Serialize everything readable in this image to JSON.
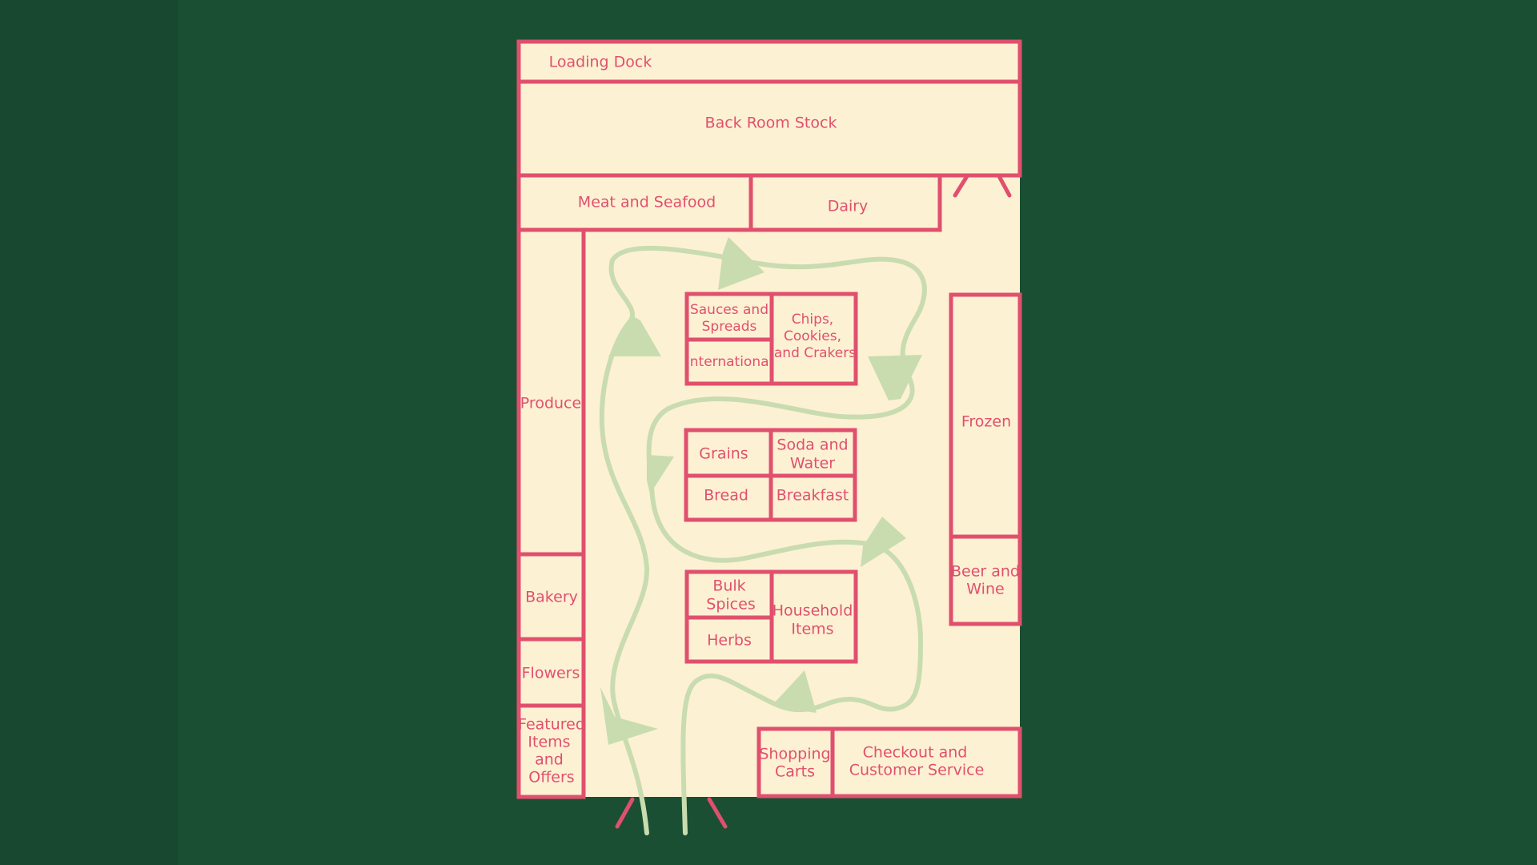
{
  "diagram": {
    "zones": {
      "loading_dock": "Loading Dock",
      "back_room_stock": "Back Room Stock",
      "meat_and_seafood": "Meat and Seafood",
      "dairy": "Dairy",
      "produce": "Produce",
      "bakery": "Bakery",
      "flowers": "Flowers",
      "featured": [
        "Featured",
        "Items",
        "and",
        "Offers"
      ],
      "sauces_and_spreads": [
        "Sauces and",
        "Spreads"
      ],
      "international": "International",
      "chips": [
        "Chips,",
        "Cookies,",
        "and Crakers"
      ],
      "grains": "Grains",
      "soda_and_water": [
        "Soda and",
        "Water"
      ],
      "bread": "Bread",
      "breakfast": "Breakfast",
      "bulk_spices": [
        "Bulk",
        "Spices"
      ],
      "herbs": "Herbs",
      "household_items": [
        "Household",
        "Items"
      ],
      "frozen": "Frozen",
      "beer_and_wine": [
        "Beer and",
        "Wine"
      ],
      "shopping_carts": [
        "Shopping",
        "Carts"
      ],
      "checkout": [
        "Checkout and",
        "Customer Service"
      ]
    },
    "colors": {
      "background": "#1b4f33",
      "floor": "#fdf1d3",
      "outline": "#e0506e",
      "route": "#c8dcb0"
    }
  }
}
